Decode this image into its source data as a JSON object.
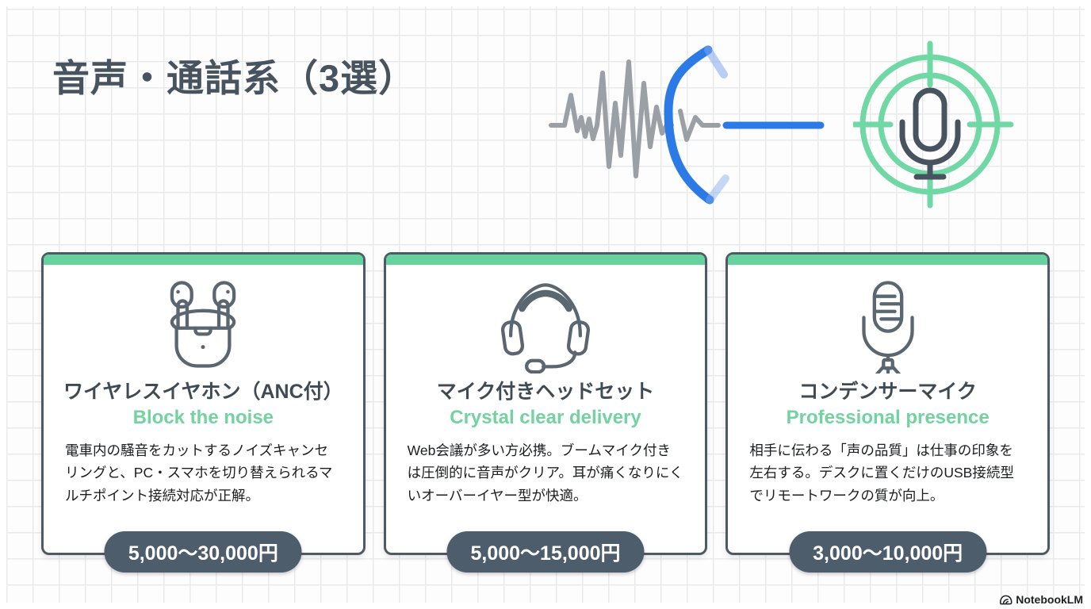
{
  "page": {
    "title": "音声・通話系（3選）",
    "brand": "NotebookLM"
  },
  "decor": {
    "left_illustration": "noise-waveform-blocked-by-shield-into-flat-line",
    "right_illustration": "microphone-in-target-crosshair"
  },
  "cards": [
    {
      "icon": "wireless-earbuds-icon",
      "title": "ワイヤレスイヤホン（ANC付）",
      "subtitle": "Block the noise",
      "description": "電車内の騒音をカットするノイズキャンセリングと、PC・スマホを切り替えられるマルチポイント接続対応が正解。",
      "price": "5,000〜30,000円"
    },
    {
      "icon": "headset-with-mic-icon",
      "title": "マイク付きヘッドセット",
      "subtitle": "Crystal clear delivery",
      "description": "Web会議が多い方必携。ブームマイク付きは圧倒的に音声がクリア。耳が痛くなりにくいオーバーイヤー型が快適。",
      "price": "5,000〜15,000円"
    },
    {
      "icon": "condenser-mic-icon",
      "title": "コンデンサーマイク",
      "subtitle": "Professional presence",
      "description": "相手に伝わる「声の品質」は仕事の印象を左右する。デスクに置くだけのUSB接続型でリモートワークの質が向上。",
      "price": "3,000〜10,000円"
    }
  ],
  "colors": {
    "accent_green": "#67d29e",
    "target_green": "#70d8a4",
    "slate": "#4b5863",
    "badge_bg": "#4e5d6b",
    "shield_blue": "#2b7ae6",
    "wave_gray": "#9aa0a5",
    "grid_line": "#e8eaec"
  }
}
